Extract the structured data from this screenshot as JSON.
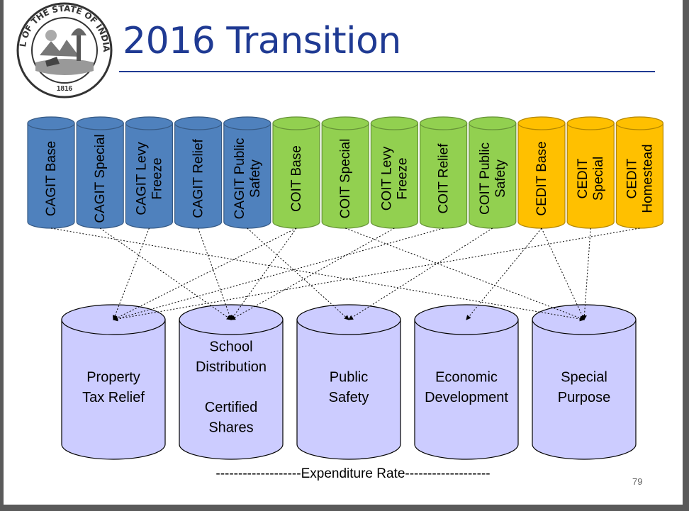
{
  "title": "2016 Transition",
  "seal": {
    "top_text": "SEAL OF THE STATE OF INDIANA",
    "year": "1816"
  },
  "sources": [
    {
      "lines": [
        "CAGIT Base"
      ],
      "color": "#4f81bd"
    },
    {
      "lines": [
        "CAGIT Special"
      ],
      "color": "#4f81bd"
    },
    {
      "lines": [
        "CAGIT Levy",
        "Freeze"
      ],
      "color": "#4f81bd"
    },
    {
      "lines": [
        "CAGIT Relief"
      ],
      "color": "#4f81bd"
    },
    {
      "lines": [
        "CAGIT Public",
        "Safety"
      ],
      "color": "#4f81bd"
    },
    {
      "lines": [
        "COIT Base"
      ],
      "color": "#92d050"
    },
    {
      "lines": [
        "COIT Special"
      ],
      "color": "#92d050"
    },
    {
      "lines": [
        "COIT Levy",
        "Freeze"
      ],
      "color": "#92d050"
    },
    {
      "lines": [
        "COIT Relief"
      ],
      "color": "#92d050"
    },
    {
      "lines": [
        "COIT Public",
        "Safety"
      ],
      "color": "#92d050"
    },
    {
      "lines": [
        "CEDIT Base"
      ],
      "color": "#ffc000"
    },
    {
      "lines": [
        "CEDIT",
        "Special"
      ],
      "color": "#ffc000"
    },
    {
      "lines": [
        "CEDIT",
        "Homestead"
      ],
      "color": "#ffc000"
    }
  ],
  "destinations": [
    {
      "lines": [
        "Property",
        "Tax Relief"
      ]
    },
    {
      "lines": [
        "School",
        "Distribution",
        "",
        "Certified",
        "Shares"
      ]
    },
    {
      "lines": [
        "Public",
        "Safety"
      ]
    },
    {
      "lines": [
        "Economic",
        "Development"
      ]
    },
    {
      "lines": [
        "Special",
        "Purpose"
      ]
    }
  ],
  "destination_color": "#ccccff",
  "connections": [
    {
      "from": 0,
      "to": 4
    },
    {
      "from": 1,
      "to": 1
    },
    {
      "from": 2,
      "to": 0
    },
    {
      "from": 3,
      "to": 1
    },
    {
      "from": 4,
      "to": 2
    },
    {
      "from": 5,
      "to": 0
    },
    {
      "from": 5,
      "to": 1
    },
    {
      "from": 6,
      "to": 4
    },
    {
      "from": 7,
      "to": 1
    },
    {
      "from": 8,
      "to": 0
    },
    {
      "from": 9,
      "to": 2
    },
    {
      "from": 10,
      "to": 3
    },
    {
      "from": 10,
      "to": 4
    },
    {
      "from": 11,
      "to": 4
    },
    {
      "from": 12,
      "to": 0
    }
  ],
  "footer": "-------------------Expenditure Rate-------------------",
  "page_number": "79"
}
